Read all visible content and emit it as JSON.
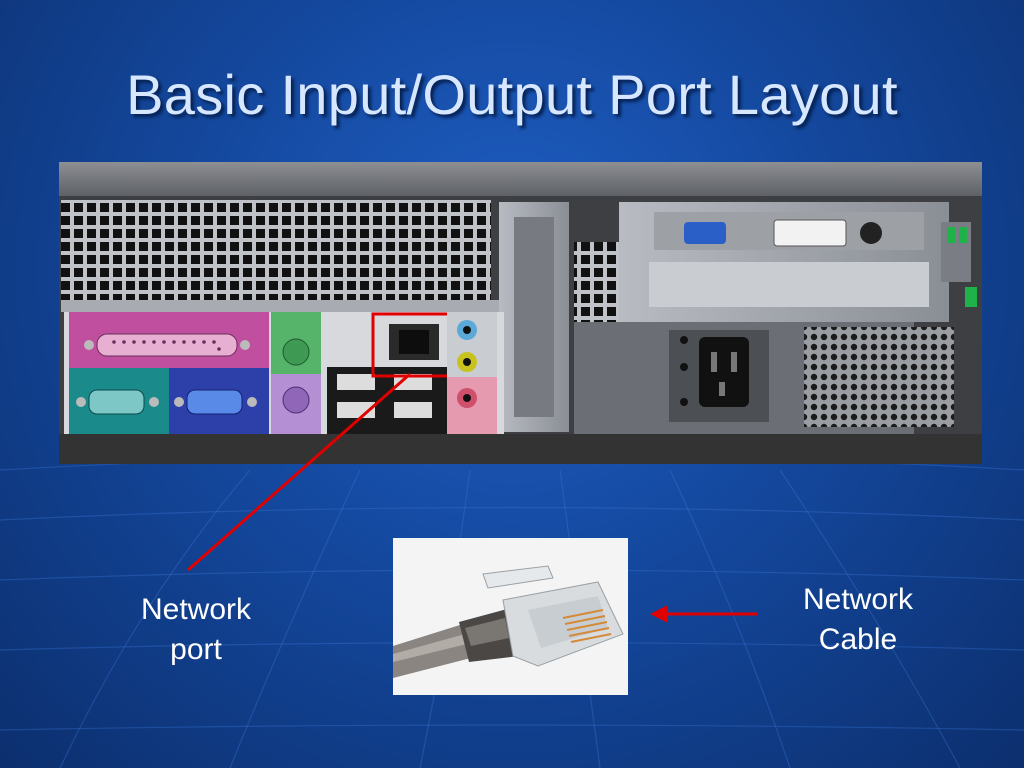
{
  "slide": {
    "title": "Basic Input/Output Port Layout"
  },
  "labels": {
    "network_port_line1": "Network",
    "network_port_line2": "port",
    "network_cable_line1": "Network",
    "network_cable_line2": "Cable"
  },
  "colors": {
    "background": "#14489e",
    "title_text": "#d6e7ff",
    "highlight": "#e00000",
    "arrow": "#e00000"
  },
  "photos": {
    "rear_panel_icons": [
      "parallel-port",
      "serial-port",
      "vga-port",
      "ps2-port",
      "usb-port",
      "network-port",
      "audio-jack",
      "power-socket"
    ],
    "cable_icon": "rj45-plug"
  }
}
